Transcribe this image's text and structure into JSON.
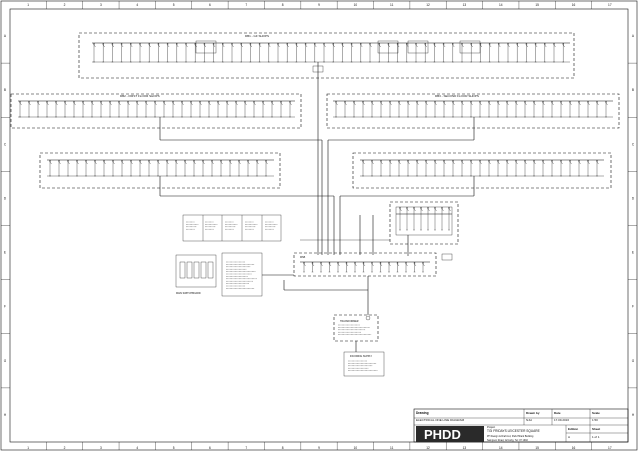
{
  "drawing": {
    "frame": {
      "columns": [
        "1",
        "2",
        "3",
        "4",
        "5",
        "6",
        "7",
        "8",
        "9",
        "10",
        "11",
        "12",
        "13",
        "14",
        "15",
        "16",
        "17"
      ],
      "rows": [
        "A",
        "B",
        "C",
        "D",
        "E",
        "F",
        "G",
        "H"
      ]
    },
    "panels": {
      "top_board": "DB1 - GF SHOPS",
      "left_board": "DB2 - FIRST FLOOR SHOPS",
      "right_board": "DB3 - SECOND FLOOR SHOPS",
      "main_switch_1": "MSB",
      "meter_board": "MAIN SWITCHBOARD",
      "transformer": "TRANSFORMER",
      "supply": "INCOMING SUPPLY"
    },
    "title_block": {
      "heading_label": "Drawing",
      "title": "ELECTRICAL ONE LINE DIAGRAM",
      "drawn_label": "Drawn by",
      "drawn_value": "NJH",
      "date_label": "Date",
      "date_value": "17.09.2016",
      "scale_label": "Scale",
      "scale_value": "1:50",
      "project_label": "Project",
      "project": "TGI FRIDAYS LEICESTER SQUARE",
      "logo": "PHDD",
      "company_line1": "PH Design & Draft Ltd, Park Hillard Building",
      "company_line2": "Sampson Road, Grimsby, Tel: 07 1902",
      "edition_label": "Edition",
      "edition_value": "A",
      "sheet_label": "Sheet",
      "sheet_value": "1 of 1"
    }
  }
}
